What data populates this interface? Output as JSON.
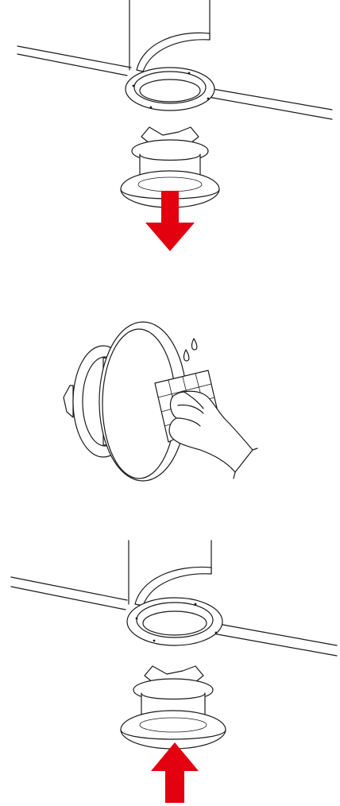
{
  "steps": [
    {
      "id": "remove-valve",
      "arrow": "down",
      "arrow_color": "#e3000f"
    },
    {
      "id": "clean-valve",
      "arrow": "none"
    },
    {
      "id": "refit-valve",
      "arrow": "up",
      "arrow_color": "#e3000f"
    }
  ],
  "colors": {
    "line": "#1a1a1a",
    "background": "#ffffff",
    "arrow": "#e3000f"
  }
}
